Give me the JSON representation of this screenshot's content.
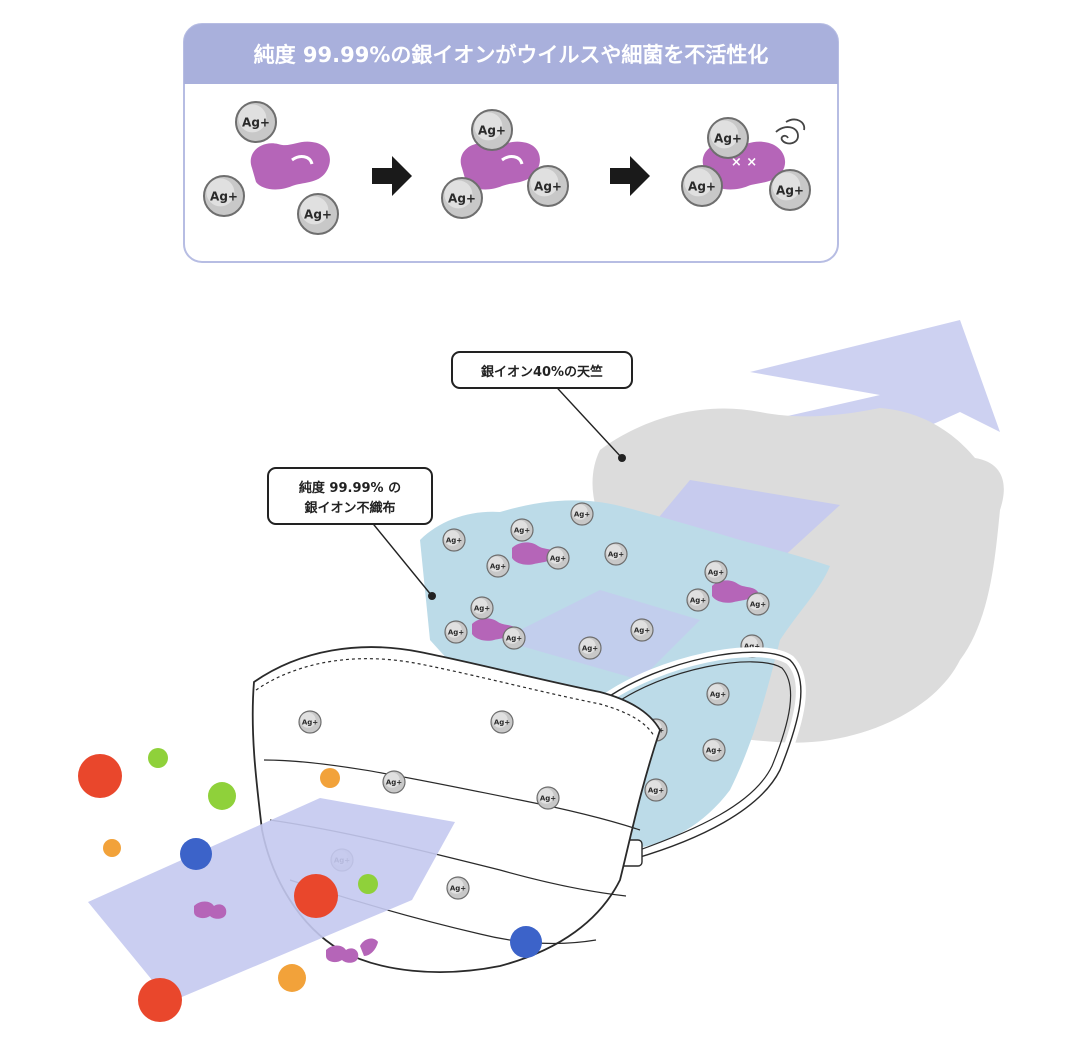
{
  "header": {
    "title": "純度 99.99%の銀イオンがウイルスや細菌を不活性化"
  },
  "ion_label": "Ag+",
  "callouts": {
    "jersey": "銀イオン40%の天竺",
    "nonwoven_line1": "純度 99.99% の",
    "nonwoven_line2": "銀イオン不織布"
  },
  "colors": {
    "banner": "#a9b0dc",
    "frame": "#b7bde3",
    "virus": "#b565b8",
    "ion_fill": "#c8c8c8",
    "ion_stroke": "#6e6e6e",
    "arrow": "#1a1a1a",
    "jersey_layer": "#dcdcdc",
    "nonwoven_layer": "#bcdbe8",
    "airflow": "#c4c9ef",
    "mask": "#ffffff",
    "germ_red": "#e9472c",
    "germ_blue": "#3c63c9",
    "germ_green": "#8fd13a",
    "germ_orange": "#f2a23a"
  }
}
